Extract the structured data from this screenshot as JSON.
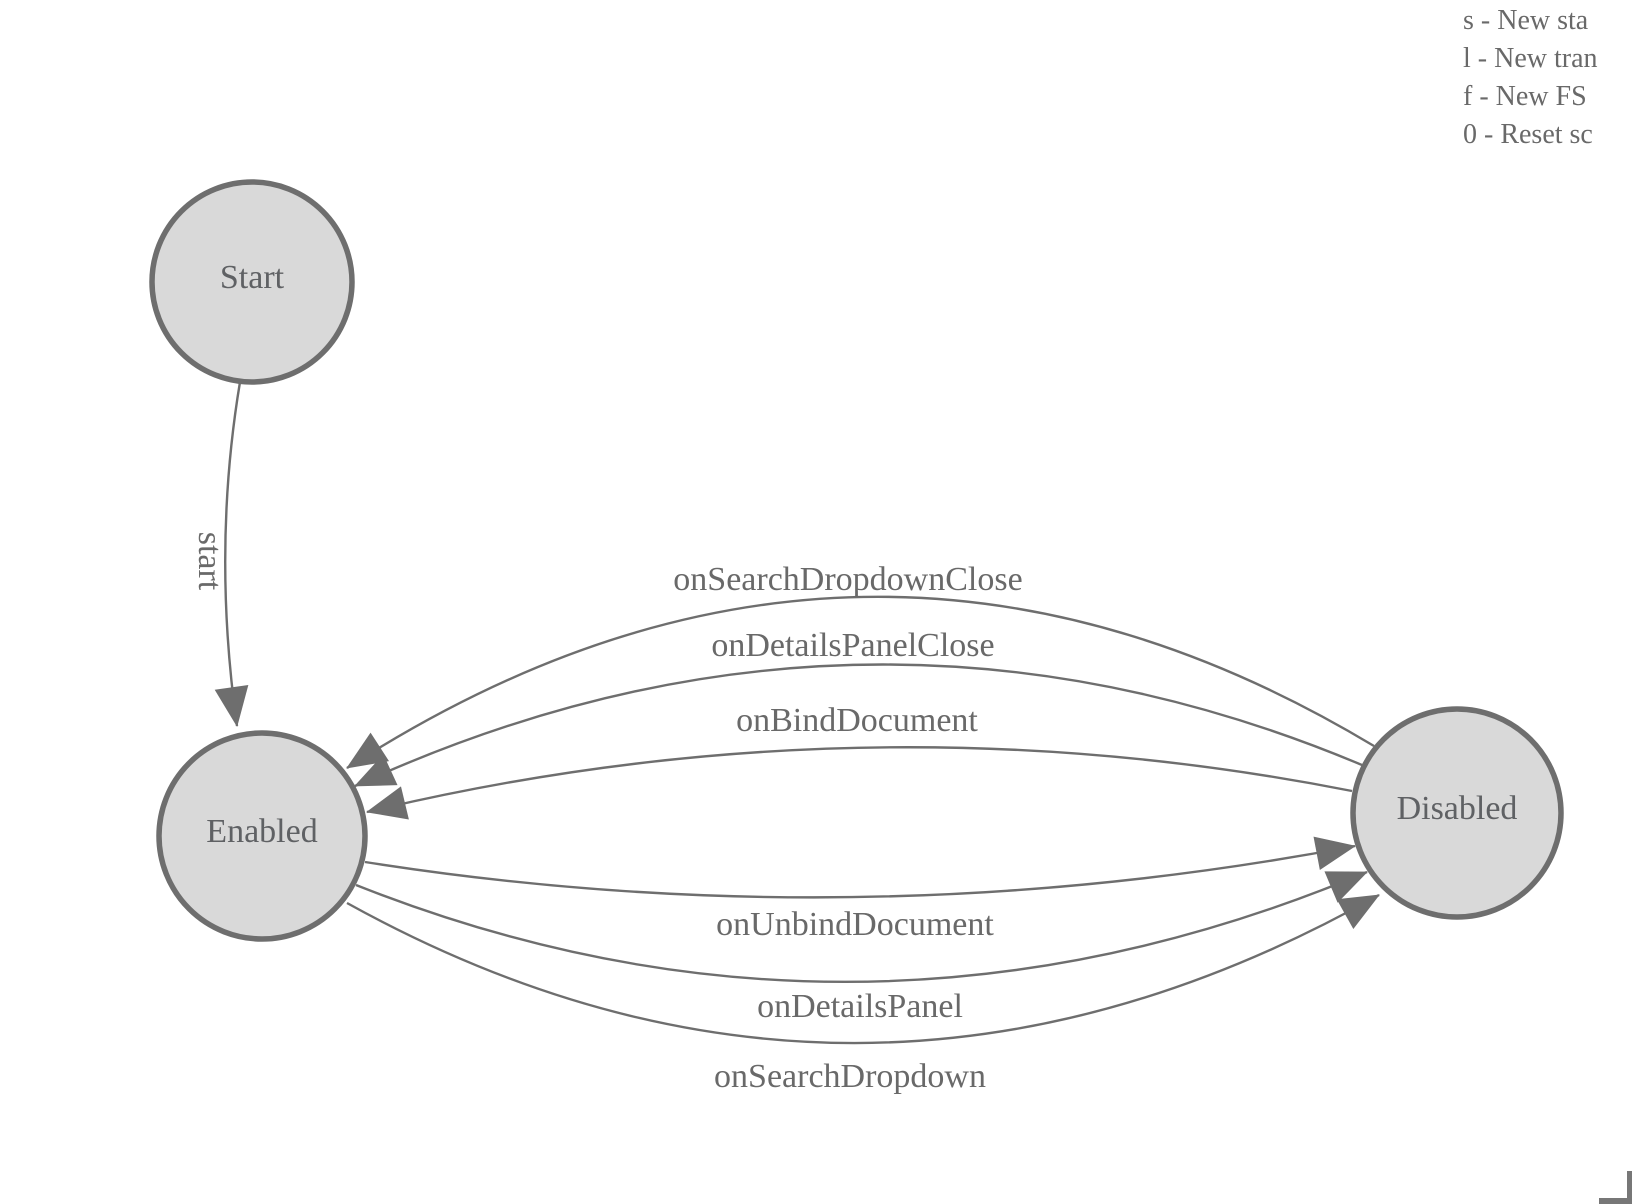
{
  "colors": {
    "background": "#ffffff",
    "node_fill": "#d9d9d9",
    "node_stroke": "#6e6e6e",
    "edge_stroke": "#6e6e6e",
    "arrow_fill": "#6e6e6e",
    "state_text": "#5f6164",
    "edge_label_text": "#696969",
    "legend_text": "#696969",
    "clipped_corner": "#777777"
  },
  "legend": {
    "lines": [
      "s - New sta",
      "l - New tran",
      "f - New FS",
      "0 - Reset sc"
    ]
  },
  "states": [
    {
      "id": "start",
      "label": "Start"
    },
    {
      "id": "enabled",
      "label": "Enabled"
    },
    {
      "id": "disabled",
      "label": "Disabled"
    }
  ],
  "transitions": [
    {
      "label": "start",
      "from": "Start",
      "to": "Enabled"
    },
    {
      "label": "onSearchDropdownClose",
      "from": "Disabled",
      "to": "Enabled"
    },
    {
      "label": "onDetailsPanelClose",
      "from": "Disabled",
      "to": "Enabled"
    },
    {
      "label": "onBindDocument",
      "from": "Disabled",
      "to": "Enabled"
    },
    {
      "label": "onUnbindDocument",
      "from": "Enabled",
      "to": "Disabled"
    },
    {
      "label": "onDetailsPanel",
      "from": "Enabled",
      "to": "Disabled"
    },
    {
      "label": "onSearchDropdown",
      "from": "Enabled",
      "to": "Disabled"
    }
  ]
}
